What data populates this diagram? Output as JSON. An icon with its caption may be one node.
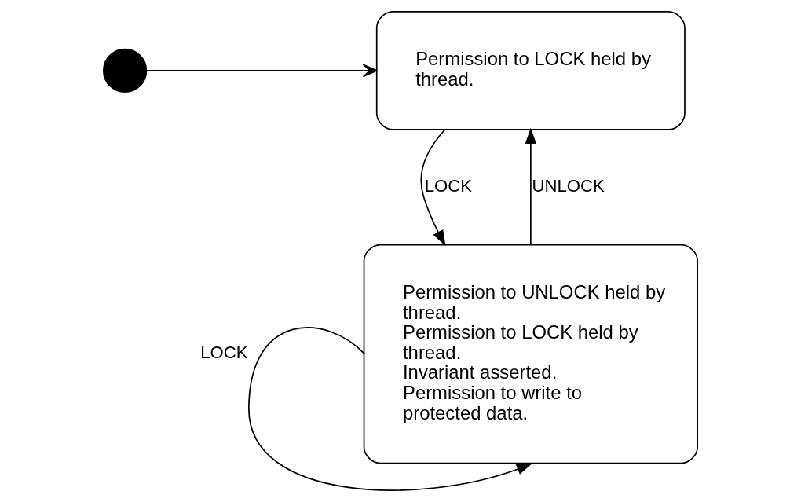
{
  "diagram": {
    "nodes": [
      {
        "text": [
          "Permission to LOCK held by thread."
        ]
      },
      {
        "text": [
          "Permission to UNLOCK held by thread.",
          "Permission to LOCK held by thread.",
          "Invariant asserted.",
          "Permission to write to protected data."
        ]
      },
      {
        "text": [],
        "shape": "circle"
      }
    ],
    "edges": [
      {
        "from": 2,
        "to": 0,
        "arrow": "to"
      },
      {
        "from": 0,
        "to": 1,
        "arrow": "to",
        "label": "LOCK"
      },
      {
        "from": 1,
        "to": 0,
        "arrow": "to",
        "label": "UNLOCK"
      },
      {
        "from": 1,
        "to": 1,
        "arrow": "to",
        "label": "LOCK"
      }
    ]
  }
}
